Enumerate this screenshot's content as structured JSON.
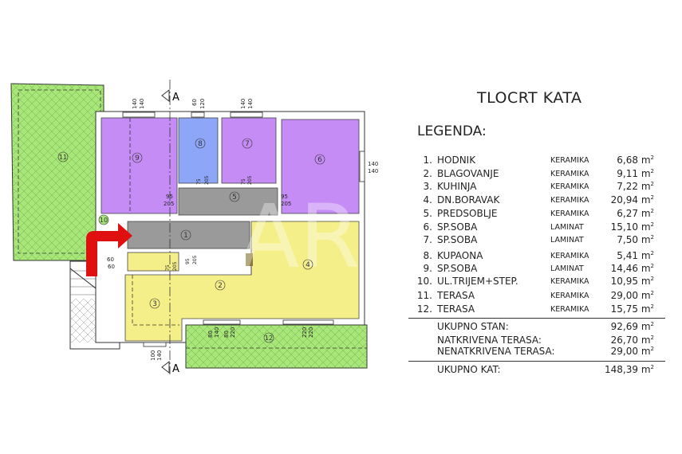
{
  "title": "TLOCRT KATA",
  "legend_heading": "LEGENDA:",
  "unit": "m",
  "unit_exp": "2",
  "rooms": [
    {
      "no": "1.",
      "name": "HODNIK",
      "material": "KERAMIKA",
      "area": "6,68"
    },
    {
      "no": "2.",
      "name": "BLAGOVANJE",
      "material": "KERAMIKA",
      "area": "9,11"
    },
    {
      "no": "3.",
      "name": "KUHINJA",
      "material": "KERAMIKA",
      "area": "7,22"
    },
    {
      "no": "4.",
      "name": "DN.BORAVAK",
      "material": "KERAMIKA",
      "area": "20,94"
    },
    {
      "no": "5.",
      "name": "PREDSOBLJE",
      "material": "KERAMIKA",
      "area": "6,27"
    },
    {
      "no": "6.",
      "name": "SP.SOBA",
      "material": "LAMINAT",
      "area": "15,10"
    },
    {
      "no": "7.",
      "name": "SP.SOBA",
      "material": "LAMINAT",
      "area": "7,50"
    },
    {
      "no": "8.",
      "name": "KUPAONA",
      "material": "KERAMIKA",
      "area": "5,41"
    },
    {
      "no": "9.",
      "name": "SP.SOBA",
      "material": "LAMINAT",
      "area": "14,46"
    },
    {
      "no": "10.",
      "name": "UL.TRIJEM+STEP.",
      "material": "KERAMIKA",
      "area": "10,95"
    },
    {
      "no": "11.",
      "name": "TERASA",
      "material": "KERAMIKA",
      "area": "29,00"
    },
    {
      "no": "12.",
      "name": "TERASA",
      "material": "KERAMIKA",
      "area": "15,75"
    }
  ],
  "totals": [
    {
      "name": "UKUPNO STAN:",
      "area": "92,69"
    },
    {
      "name": "NATKRIVENA TERASA:",
      "area": "26,70"
    },
    {
      "name": "NENATKRIVENA TERASA:",
      "area": "29,00"
    }
  ],
  "grand_total": {
    "name": "UKUPNO KAT:",
    "area": "148,39"
  },
  "plan": {
    "labels": [
      "1",
      "2",
      "3",
      "4",
      "5",
      "6",
      "7",
      "8",
      "9",
      "10",
      "11",
      "12"
    ],
    "section_mark": "A",
    "watermark": "ARS",
    "dims": [
      "140",
      "140",
      "60",
      "120",
      "140",
      "140",
      "140",
      "140",
      "95",
      "205",
      "95",
      "205",
      "75",
      "205",
      "75",
      "205",
      "95",
      "205",
      "75",
      "205",
      "60",
      "60",
      "80",
      "140",
      "80",
      "220",
      "220",
      "220",
      "100",
      "140"
    ],
    "colors": {
      "bedroom": "#c58cf5",
      "bath": "#8ea6f7",
      "hall": "#9a9a9a",
      "living": "#f5ef8a",
      "terrace": "#a8e67a",
      "arrow": "#e01010"
    }
  }
}
